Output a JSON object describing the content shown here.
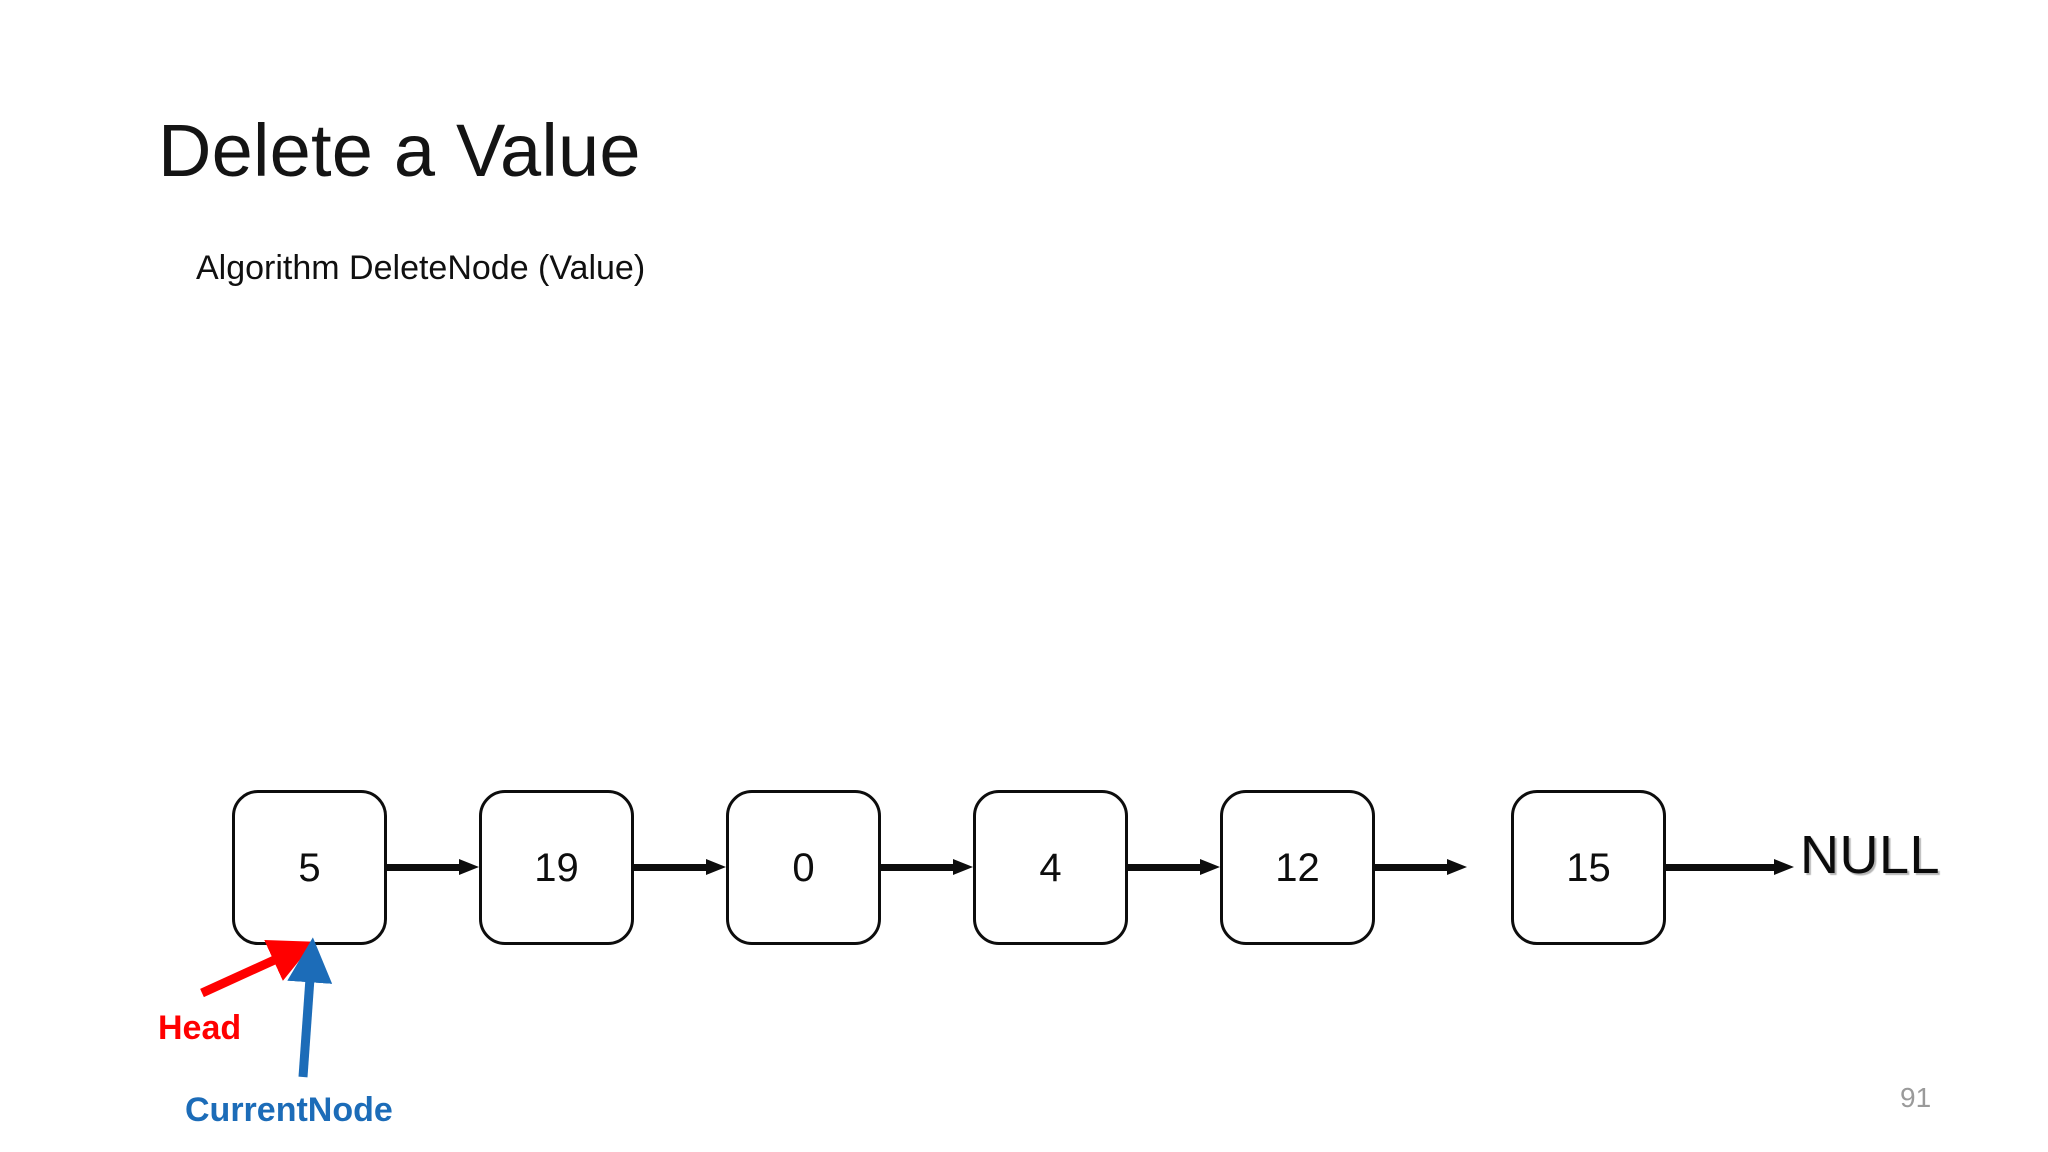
{
  "slide": {
    "title": "Delete a Value",
    "subtitle": "Algorithm DeleteNode (Value)",
    "page_number": "91"
  },
  "diagram": {
    "type": "singly-linked-list",
    "terminator_label": "NULL",
    "nodes": [
      {
        "value": "5"
      },
      {
        "value": "19"
      },
      {
        "value": "0"
      },
      {
        "value": "4"
      },
      {
        "value": "12"
      },
      {
        "value": "15"
      }
    ],
    "pointers": [
      {
        "label": "Head",
        "color": "#FF0000",
        "target_node_index": 0,
        "arrow": "diagonal-up-right"
      },
      {
        "label": "CurrentNode",
        "color": "#1C6CB8",
        "target_node_index": 0,
        "arrow": "vertical-up"
      }
    ],
    "colors": {
      "node_border": "#0D0D0D",
      "node_fill": "#FFFFFF",
      "link_arrow": "#0D0D0D",
      "text": "#0D0D0D",
      "page_number": "#9A9A9A"
    }
  }
}
